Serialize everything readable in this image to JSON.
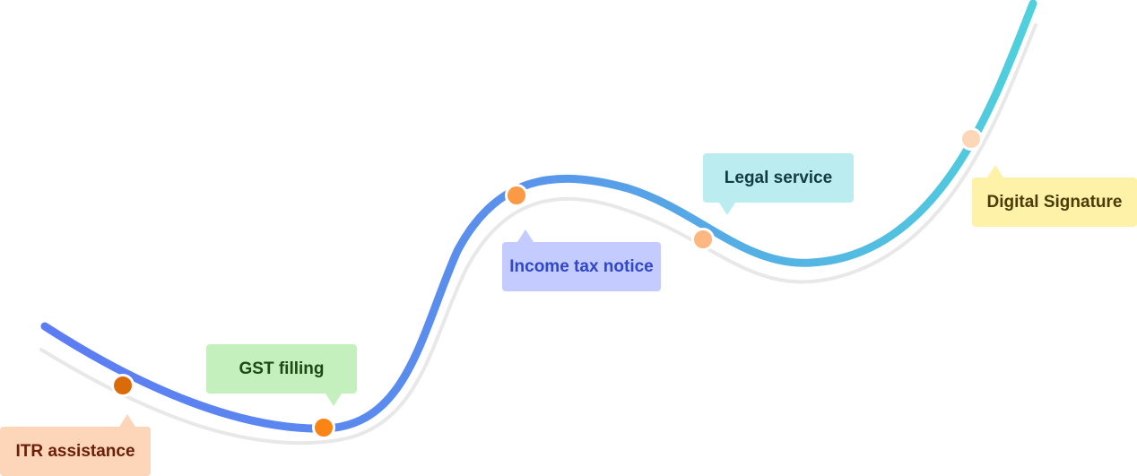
{
  "milestones": [
    {
      "label": "ITR assistance",
      "bg": "#fdd5b8",
      "text_color": "#6b1f0a",
      "dot_color": "#db6a08"
    },
    {
      "label": "GST filling",
      "bg": "#c4f0bd",
      "text_color": "#1d4a14",
      "dot_color": "#fb8514"
    },
    {
      "label": "Income tax notice",
      "bg": "#c3cbff",
      "text_color": "#2f47c8",
      "dot_color": "#fb9a44"
    },
    {
      "label": "Legal service",
      "bg": "#bbecef",
      "text_color": "#133b44",
      "dot_color": "#fdb780"
    },
    {
      "label": "Digital Signature",
      "bg": "#fdf2a8",
      "text_color": "#4b3b06",
      "dot_color": "#fdd7b8"
    }
  ],
  "curve": {
    "gradient_start": "#5c7cf4",
    "gradient_end": "#4fd1dc",
    "shadow_color": "#e8e8e8"
  }
}
